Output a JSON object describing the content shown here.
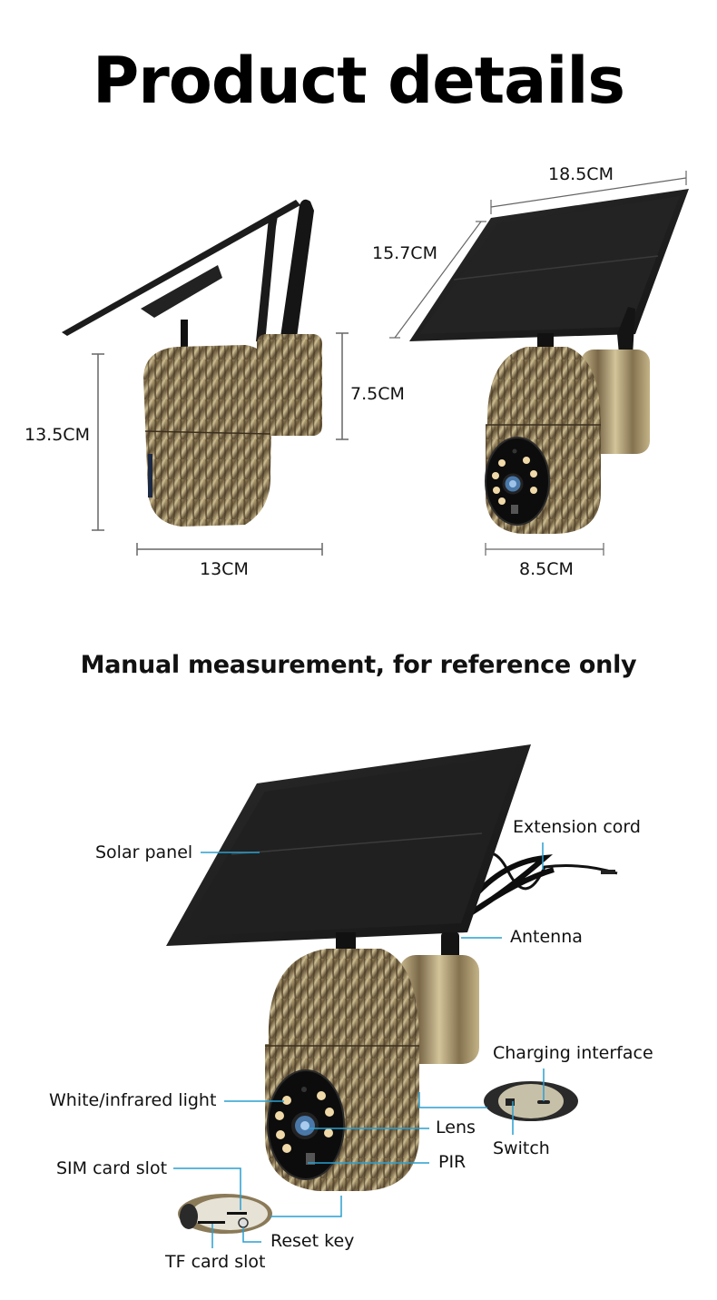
{
  "header": {
    "title": "Product details"
  },
  "dimensions": {
    "side_view": {
      "height_total": "13.5CM",
      "height_mount": "7.5CM",
      "width": "13CM"
    },
    "front_view": {
      "panel_width": "18.5CM",
      "panel_depth": "15.7CM",
      "body_width": "8.5CM"
    }
  },
  "note": {
    "text": "Manual measurement, for reference only"
  },
  "callouts": {
    "solar_panel": "Solar panel",
    "extension_cord": "Extension cord",
    "antenna": "Antenna",
    "charging_interface": "Charging interface",
    "white_infrared_light": "White/infrared light",
    "lens": "Lens",
    "switch": "Switch",
    "pir": "PIR",
    "sim_card_slot": "SIM card slot",
    "reset_key": "Reset key",
    "tf_card_slot": "TF card slot"
  },
  "colors": {
    "callout_line": "#2a9fd0",
    "dimension_line": "#666666",
    "panel": "#1e1e1e",
    "camo_light": "#c9b98e",
    "camo_dark": "#5a4a32"
  }
}
